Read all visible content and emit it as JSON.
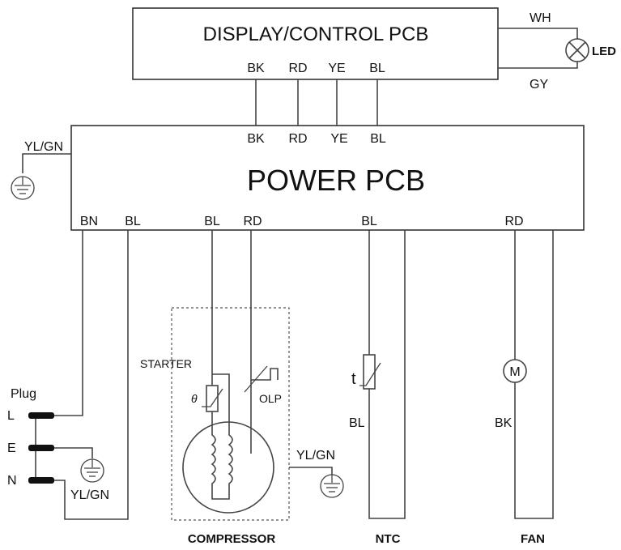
{
  "display_pcb": {
    "title": "DISPLAY/CONTROL PCB",
    "terminals": [
      "BK",
      "RD",
      "YE",
      "BL"
    ]
  },
  "power_pcb": {
    "title": "POWER PCB",
    "top_terminals": [
      "BK",
      "RD",
      "YE",
      "BL"
    ],
    "bottom_terminals": [
      "BN",
      "BL",
      "BL",
      "RD",
      "BL",
      "RD"
    ]
  },
  "led": {
    "label": "LED",
    "wire_top": "WH",
    "wire_bottom": "GY"
  },
  "ground": {
    "pcb_label": "YL/GN",
    "plug_label": "YL/GN",
    "compressor_label": "YL/GN"
  },
  "plug": {
    "label": "Plug",
    "pins": [
      "L",
      "E",
      "N"
    ]
  },
  "compressor": {
    "label": "COMPRESSOR",
    "starter_label": "STARTER",
    "starter_symbol": "θ",
    "olp_label": "OLP"
  },
  "ntc": {
    "label": "NTC",
    "symbol": "t",
    "wire_label": "BL"
  },
  "fan": {
    "label": "FAN",
    "motor_symbol": "M",
    "wire_label": "BK"
  },
  "colors": {
    "line": "#444444",
    "text": "#111111",
    "background": "#ffffff"
  }
}
